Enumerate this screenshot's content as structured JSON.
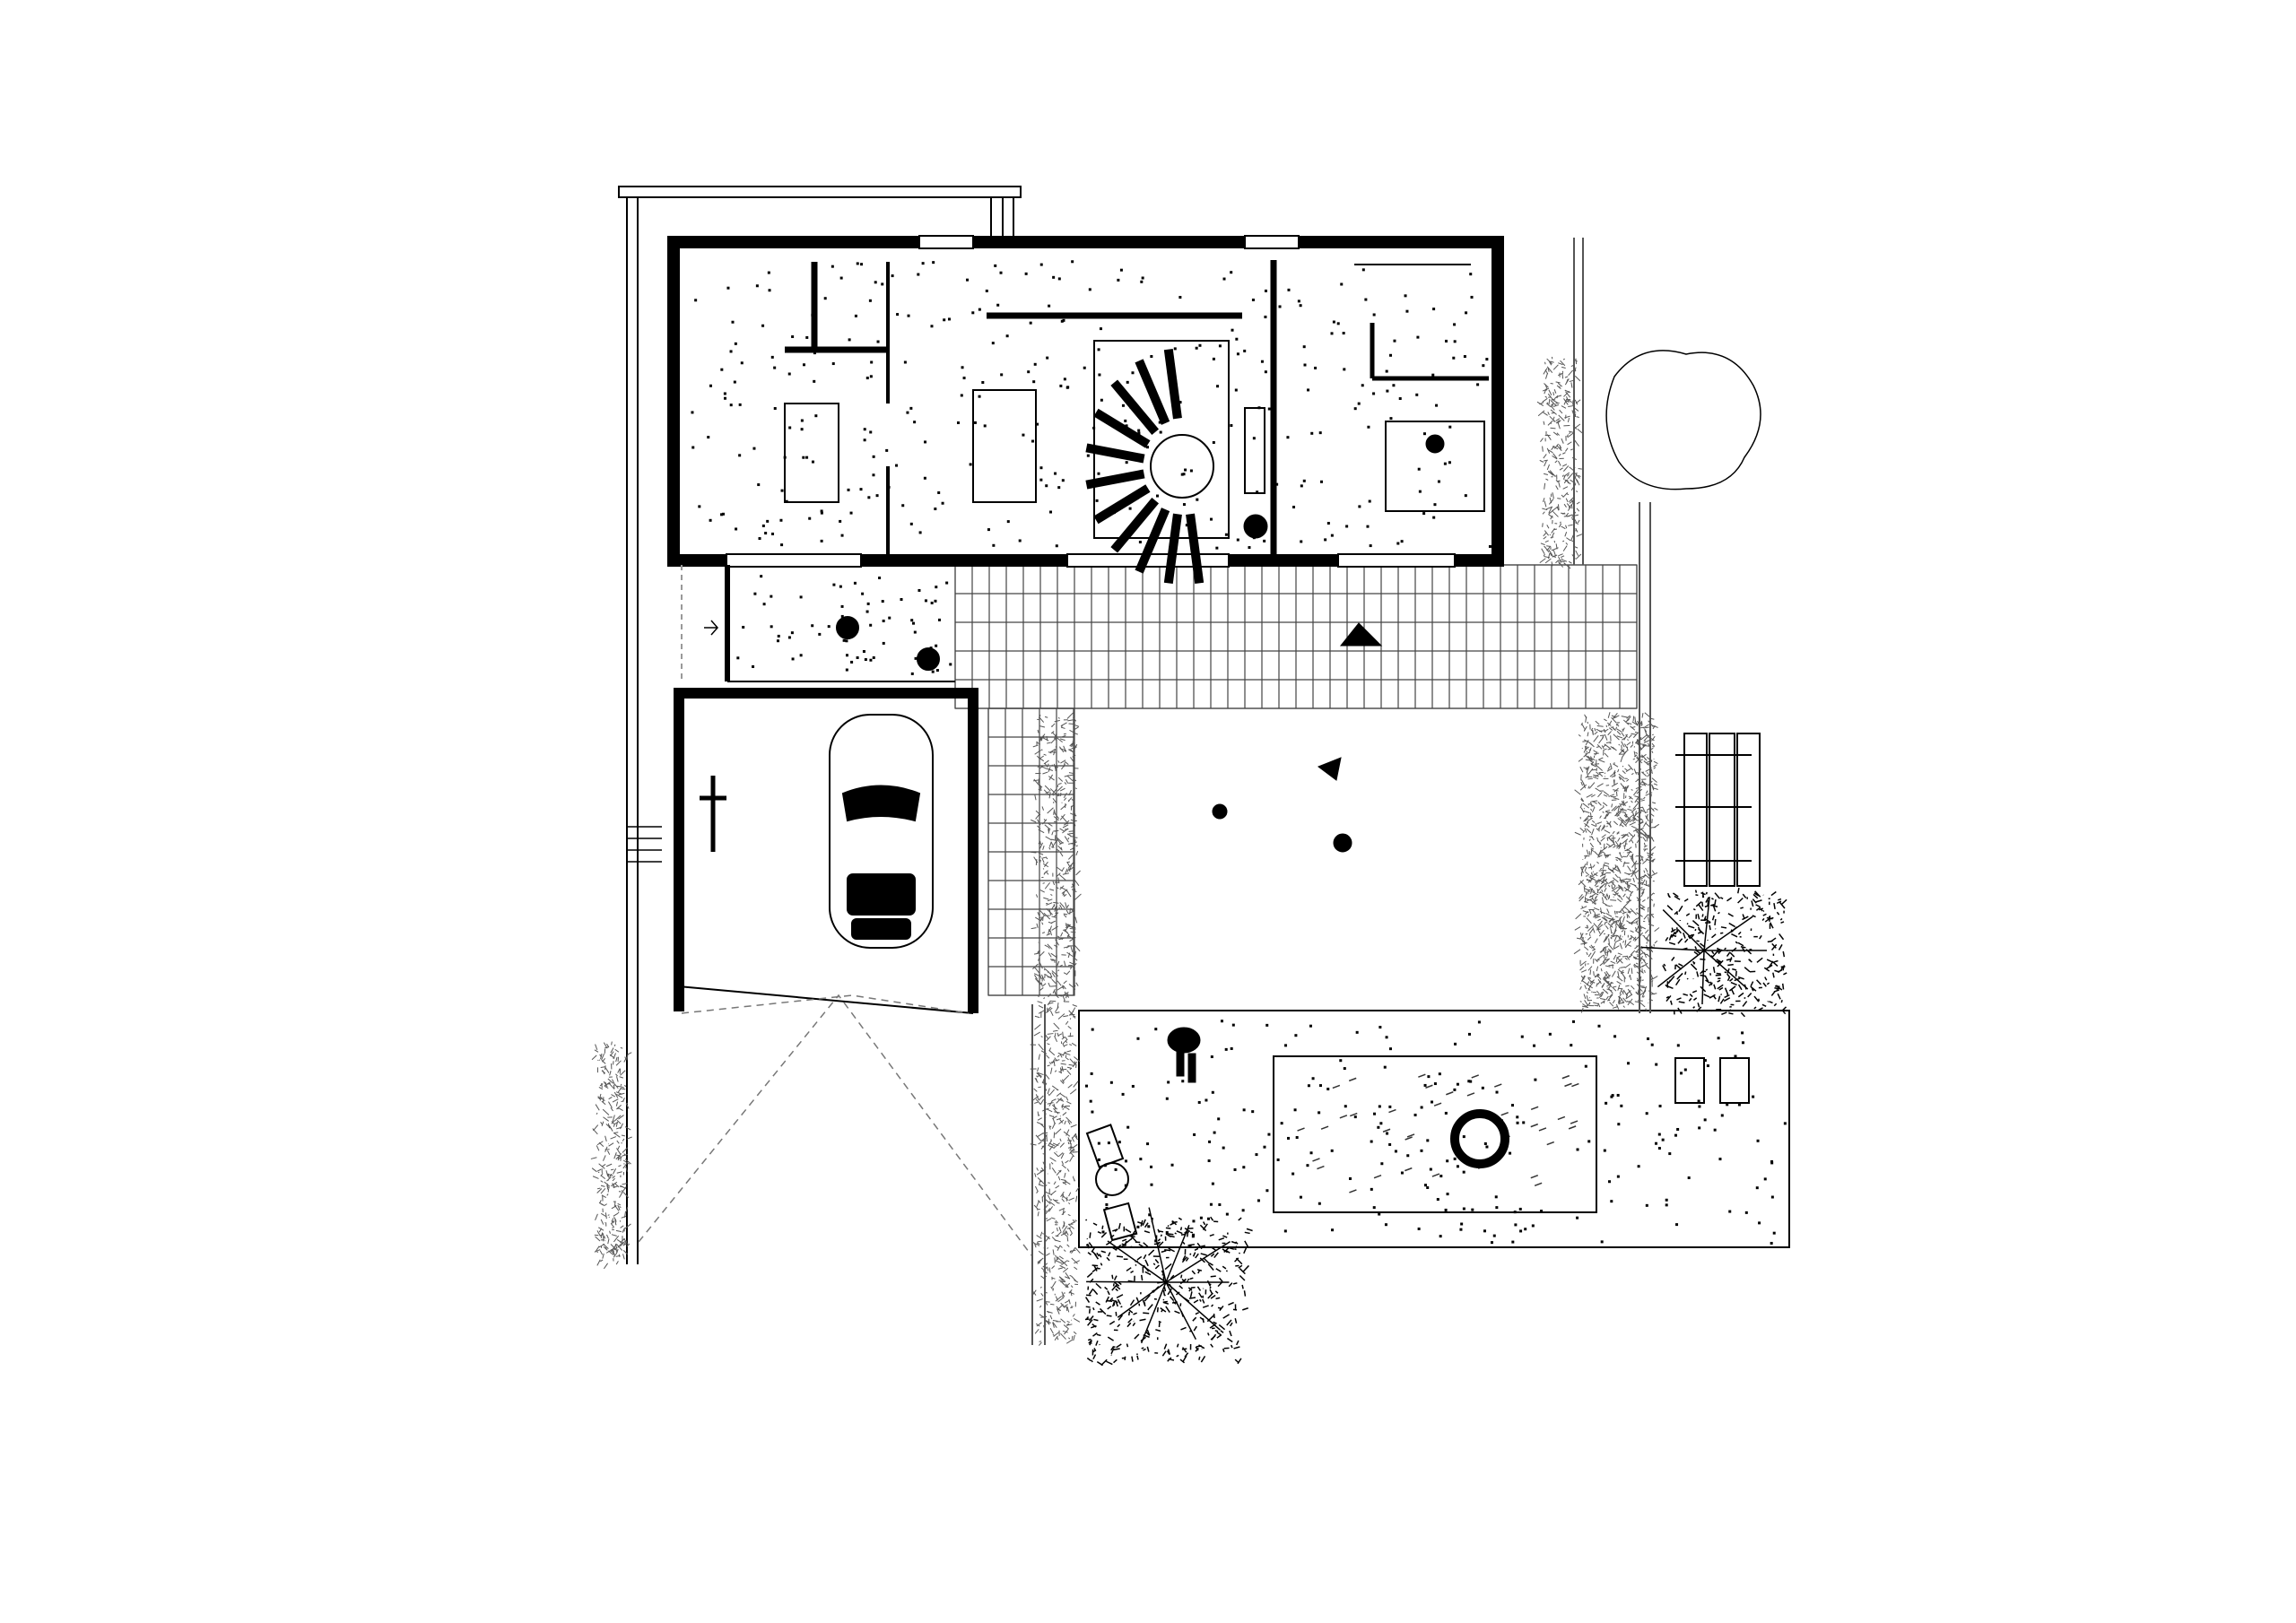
{
  "drawing": {
    "type": "architectural-site-plan",
    "colors": {
      "background": "#ffffff",
      "ink": "#000000",
      "thin_line": "#555555"
    },
    "elements": [
      "house",
      "stair",
      "garage",
      "car",
      "bicycle",
      "entry-hall",
      "tiled-terrace",
      "lawn",
      "hedge",
      "pool-deck",
      "pool",
      "trees",
      "picnic-table",
      "sun-loungers",
      "people"
    ]
  }
}
